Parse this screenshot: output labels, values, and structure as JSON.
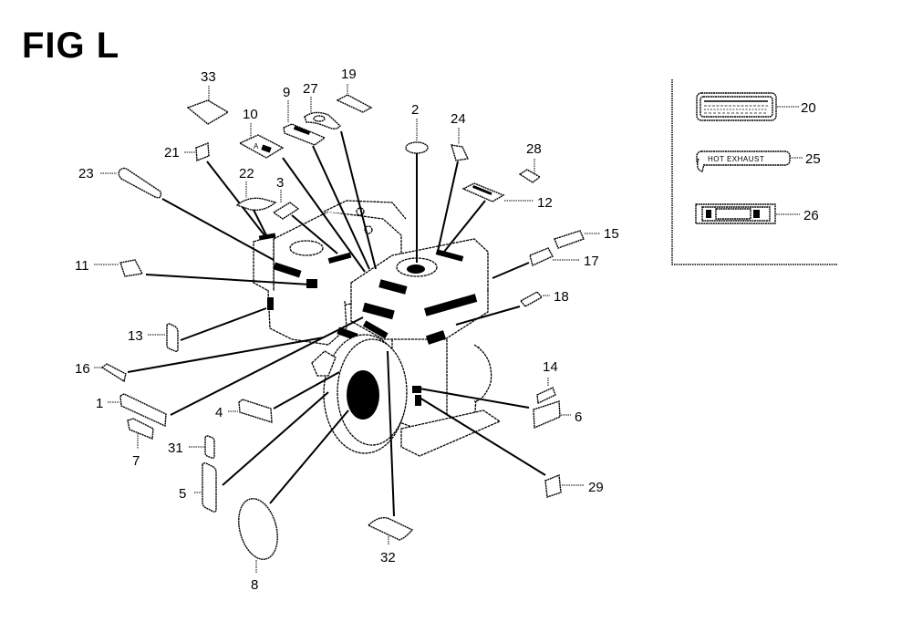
{
  "figure": {
    "title": "FIG L"
  },
  "callouts": {
    "c1": "1",
    "c2": "2",
    "c3": "3",
    "c4": "4",
    "c5": "5",
    "c6": "6",
    "c7": "7",
    "c8": "8",
    "c9": "9",
    "c10": "10",
    "c11": "11",
    "c12": "12",
    "c13": "13",
    "c14": "14",
    "c15": "15",
    "c16": "16",
    "c17": "17",
    "c18": "18",
    "c19": "19",
    "c20": "20",
    "c21": "21",
    "c22": "22",
    "c23": "23",
    "c24": "24",
    "c25": "25",
    "c26": "26",
    "c27": "27",
    "c28": "28",
    "c29": "29",
    "c31": "31",
    "c32": "32",
    "c33": "33"
  },
  "inset": {
    "label_25_text": "HOT EXHAUST"
  }
}
